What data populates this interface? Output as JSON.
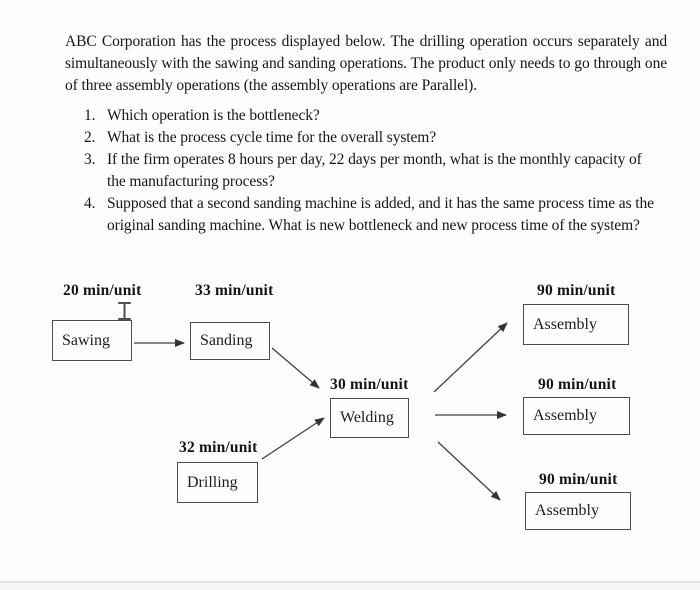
{
  "document": {
    "intro_paragraph": "ABC Corporation has the process displayed below. The drilling operation occurs separately and simultaneously with the sawing and sanding operations. The product only needs to go through one of three assembly operations (the assembly operations are Parallel).",
    "questions": [
      {
        "number": "1.",
        "text": "Which operation is the bottleneck?"
      },
      {
        "number": "2.",
        "text": "What is the process cycle time for the overall system?"
      },
      {
        "number": "3.",
        "text": "If the firm operates 8 hours per day, 22 days per month, what is the monthly capacity of the manufacturing process?"
      },
      {
        "number": "4.",
        "text": "Supposed that a second sanding machine is added, and it has the same process time as the original sanding machine. What is new bottleneck and new process time of the system?"
      }
    ]
  },
  "diagram": {
    "nodes": {
      "sawing": {
        "label": "Sawing",
        "rate": "20 min/unit"
      },
      "sanding": {
        "label": "Sanding",
        "rate": "33 min/unit"
      },
      "welding": {
        "label": "Welding",
        "rate": "30 min/unit"
      },
      "drilling": {
        "label": "Drilling",
        "rate": "32 min/unit"
      },
      "assembly_top": {
        "label": "Assembly",
        "rate": "90 min/unit"
      },
      "assembly_middle": {
        "label": "Assembly",
        "rate": "90 min/unit"
      },
      "assembly_bottom": {
        "label": "Assembly",
        "rate": "90 min/unit"
      }
    },
    "edges": [
      {
        "from": "sawing",
        "to": "sanding"
      },
      {
        "from": "sanding",
        "to": "welding"
      },
      {
        "from": "drilling",
        "to": "welding"
      },
      {
        "from": "welding",
        "to": "assembly_top"
      },
      {
        "from": "welding",
        "to": "assembly_middle"
      },
      {
        "from": "welding",
        "to": "assembly_bottom"
      }
    ]
  },
  "cursor": {
    "kind": "i-beam-text-cursor"
  },
  "colors": {
    "background": "#fdfdfd",
    "box_border": "#4d4d4d",
    "arrow": "#3f3f3f",
    "divider": "#e2e2e6",
    "text": "#161616"
  }
}
